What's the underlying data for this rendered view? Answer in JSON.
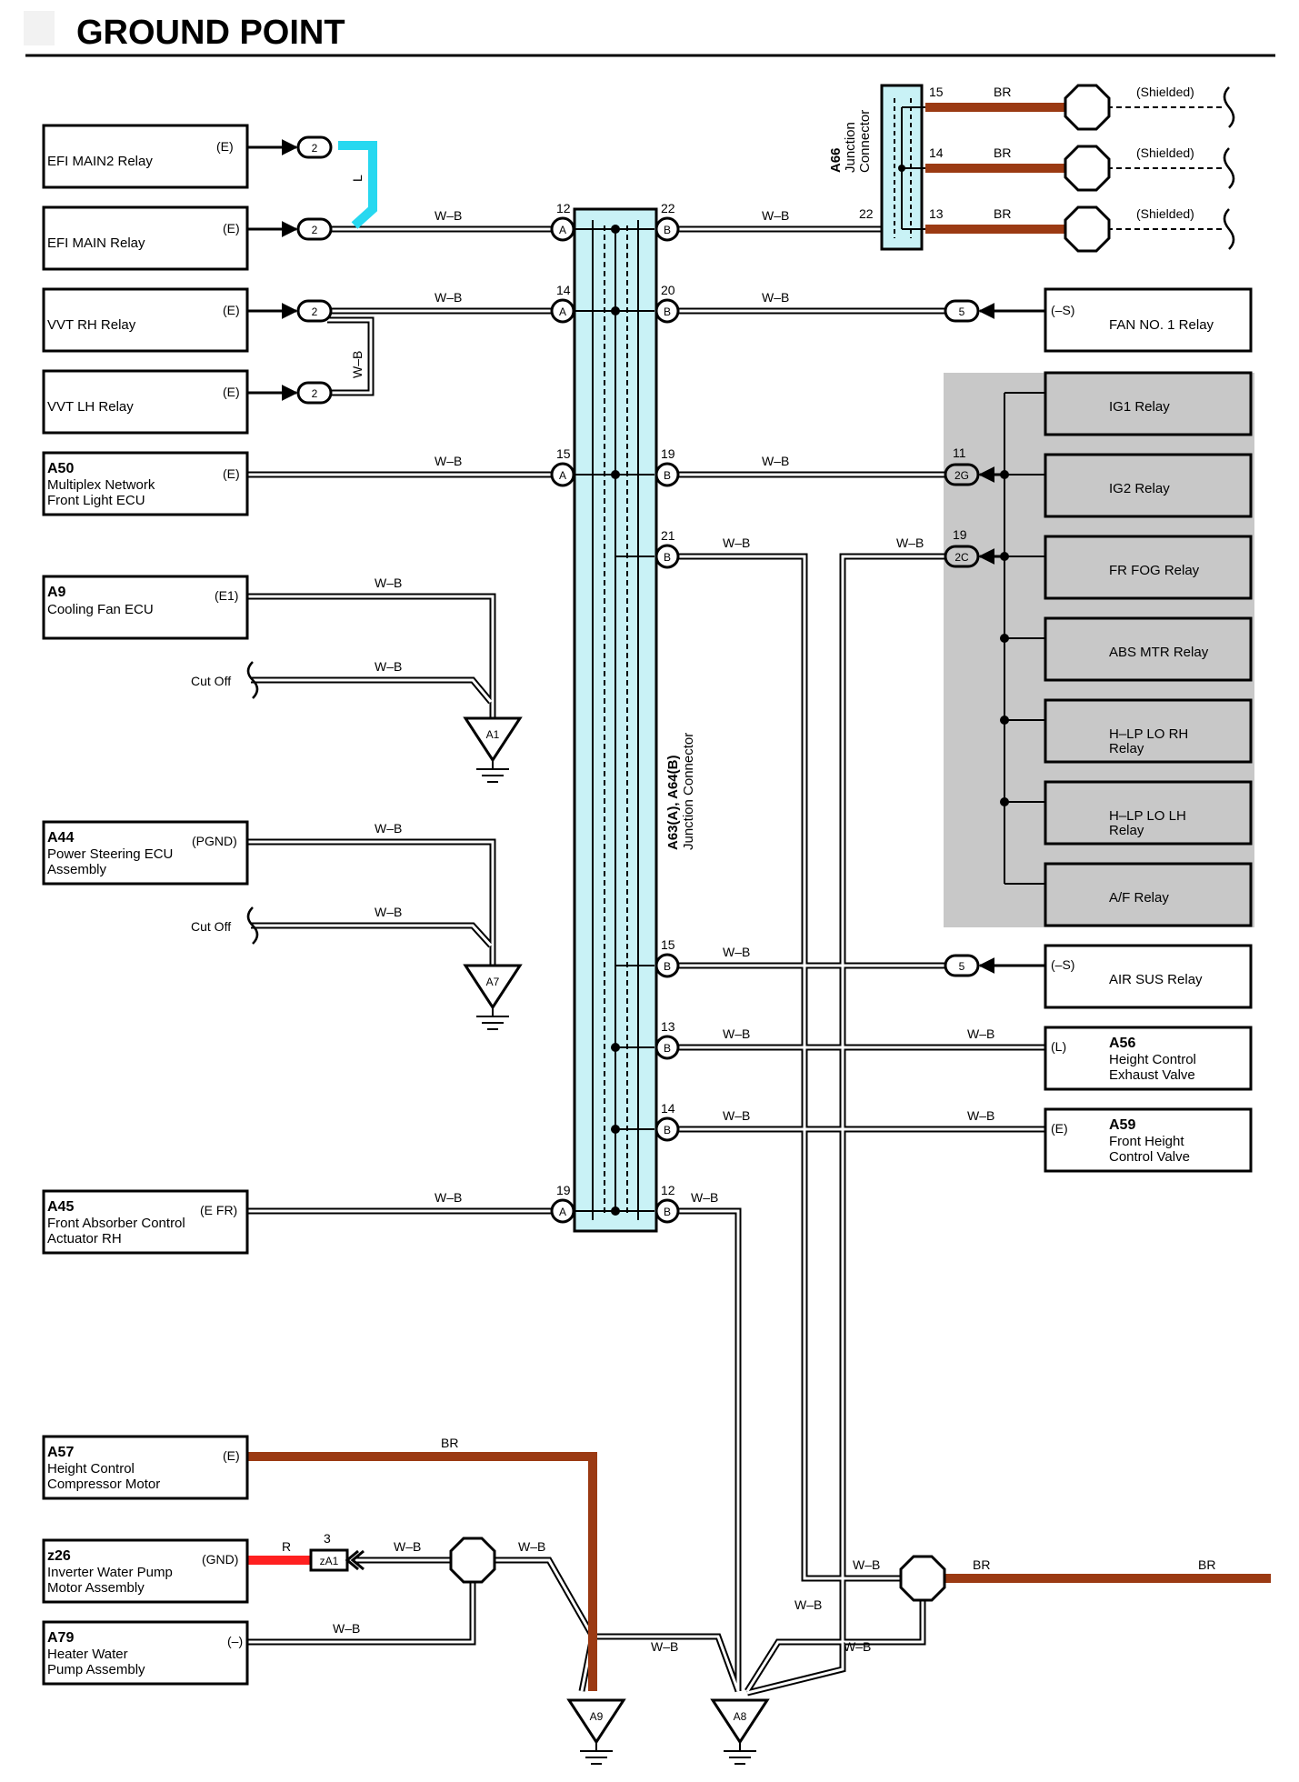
{
  "title": "GROUND POINT",
  "colors": {
    "wire_wb": "#000000",
    "wire_br": "#9b3a13",
    "wire_l": "#27d8f0",
    "wire_r": "#ff2020",
    "junction_fill": "#c9f2f6",
    "grey_panel": "#c8c8c8"
  },
  "left_components": [
    {
      "name": "EFI MAIN2 Relay",
      "pin": "(E)",
      "conn": "2"
    },
    {
      "name": "EFI MAIN Relay",
      "pin": "(E)",
      "conn": "2"
    },
    {
      "name": "VVT RH Relay",
      "pin": "(E)",
      "conn": "2"
    },
    {
      "name": "VVT LH Relay",
      "pin": "(E)",
      "conn": "2"
    },
    {
      "code": "A50",
      "line1": "Multiplex Network",
      "line2": "Front Light ECU",
      "pin": "(E)"
    },
    {
      "code": "A9",
      "line1": "Cooling Fan ECU",
      "pin": "(E1)"
    },
    {
      "code": "A44",
      "line1": "Power Steering ECU",
      "line2": "Assembly",
      "pin": "(PGND)"
    },
    {
      "code": "A45",
      "line1": "Front Absorber Control",
      "line2": "Actuator RH",
      "pin": "(E FR)"
    },
    {
      "code": "A57",
      "line1": "Height Control",
      "line2": "Compressor Motor",
      "pin": "(E)"
    },
    {
      "code": "z26",
      "line1": "Inverter Water Pump",
      "line2": "Motor Assembly",
      "pin": "(GND)"
    },
    {
      "code": "A79",
      "line1": "Heater Water",
      "line2": "Pump Assembly",
      "pin": "(–)"
    }
  ],
  "right_components": [
    {
      "name": "FAN NO. 1 Relay",
      "pin": "(–S)",
      "conn": "5"
    },
    {
      "name": "IG1 Relay"
    },
    {
      "name": "IG2 Relay"
    },
    {
      "name": "FR FOG Relay"
    },
    {
      "name": "ABS MTR Relay"
    },
    {
      "line1": "H–LP LO RH",
      "line2": "Relay"
    },
    {
      "line1": "H–LP LO LH",
      "line2": "Relay"
    },
    {
      "name": "A/F Relay"
    },
    {
      "name": "AIR SUS Relay",
      "pin": "(–S)",
      "conn": "5"
    },
    {
      "code": "A56",
      "line1": "Height Control",
      "line2": "Exhaust Valve",
      "pin": "(L)"
    },
    {
      "code": "A59",
      "line1": "Front Height",
      "line2": "Control Valve",
      "pin": "(E)"
    }
  ],
  "junction": {
    "label1": "A63(A), A64(B)",
    "label2": "Junction Connector",
    "a_pins": [
      "12",
      "14",
      "15",
      "19"
    ],
    "b_pins": [
      "22",
      "20",
      "19",
      "21",
      "15",
      "13",
      "14",
      "12"
    ],
    "a_letter": "A",
    "b_letter": "B"
  },
  "a66": {
    "code": "A66",
    "label1": "Junction",
    "label2": "Connector",
    "pins": [
      "15",
      "14",
      "13"
    ],
    "in_pin": "22",
    "shielded": "(Shielded)"
  },
  "wires": {
    "wb": "W–B",
    "br": "BR",
    "l": "L",
    "r": "R"
  },
  "connectors": {
    "c2g": "2G",
    "c2c": "2C",
    "pin11": "11",
    "pin19": "19",
    "za1": "zA1",
    "za1_pin": "3"
  },
  "cut_off": "Cut Off",
  "grounds": [
    "A1",
    "A7",
    "A9",
    "A8"
  ]
}
